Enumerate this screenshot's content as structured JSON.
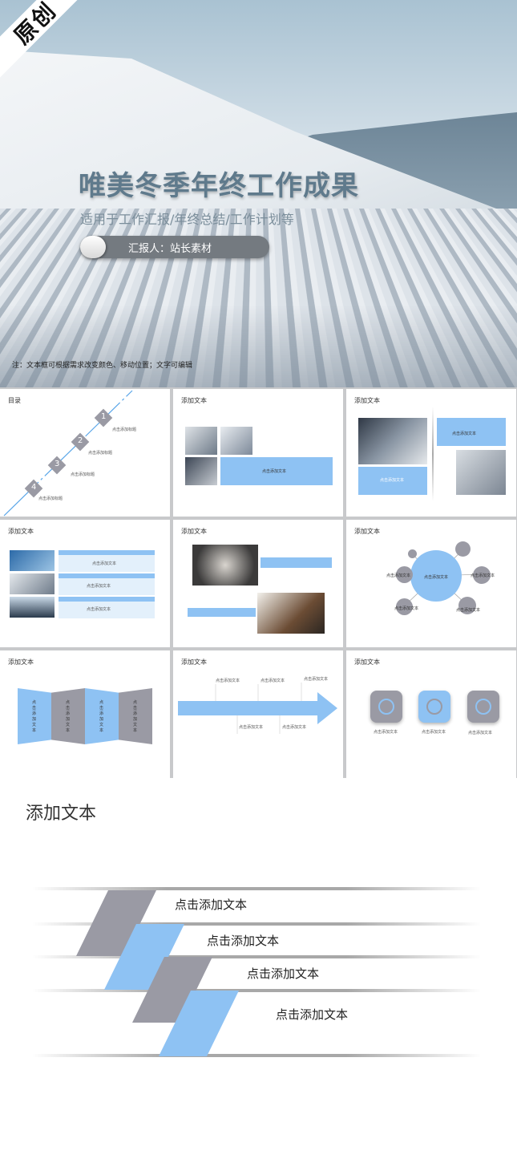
{
  "hero": {
    "badge": "原创",
    "title": "唯美冬季年终工作成果",
    "subtitle": "适用于工作汇报/年终总结/工作计划等",
    "reporter": "汇报人：站长素材",
    "note": "注：文本框可根据需求改变颜色、移动位置；文字可编辑"
  },
  "slides": {
    "toc": {
      "title": "目录",
      "items": [
        {
          "num": "1",
          "label": "点击添加标题"
        },
        {
          "num": "2",
          "label": "点击添加标题"
        },
        {
          "num": "3",
          "label": "点击添加标题"
        },
        {
          "num": "4",
          "label": "点击添加标题"
        }
      ]
    },
    "s2": {
      "title": "添加文本",
      "box": "点击添加文本"
    },
    "s3": {
      "title": "添加文本",
      "box1": "点击添加文本",
      "box2": "点击添加文本"
    },
    "s4": {
      "title": "添加文本",
      "rows": [
        "点击添加文本",
        "点击添加文本",
        "点击添加文本"
      ]
    },
    "s5": {
      "title": "添加文本"
    },
    "s6": {
      "title": "添加文本",
      "center": "点击添加文本",
      "nodes": [
        "点击添加文本",
        "点击添加文本",
        "点击添加文本",
        "点击添加文本"
      ]
    },
    "s7": {
      "title": "添加文本",
      "panels": [
        "点击添加文本",
        "点击添加文本",
        "点击添加文本",
        "点击添加文本"
      ]
    },
    "s8": {
      "title": "添加文本",
      "top": [
        "点击添加文本",
        "点击添加文本",
        "点击添加文本"
      ],
      "bottom": [
        "点击添加文本",
        "点击添加文本"
      ]
    },
    "s9": {
      "title": "添加文本",
      "icons": [
        "点击添加文本",
        "点击添加文本",
        "点击添加文本"
      ]
    }
  },
  "feature": {
    "title": "添加文本",
    "items": [
      "点击添加文本",
      "点击添加文本",
      "点击添加文本",
      "点击添加文本"
    ]
  },
  "colors": {
    "accent": "#8ec2f3",
    "gray": "#9a9aa4"
  }
}
